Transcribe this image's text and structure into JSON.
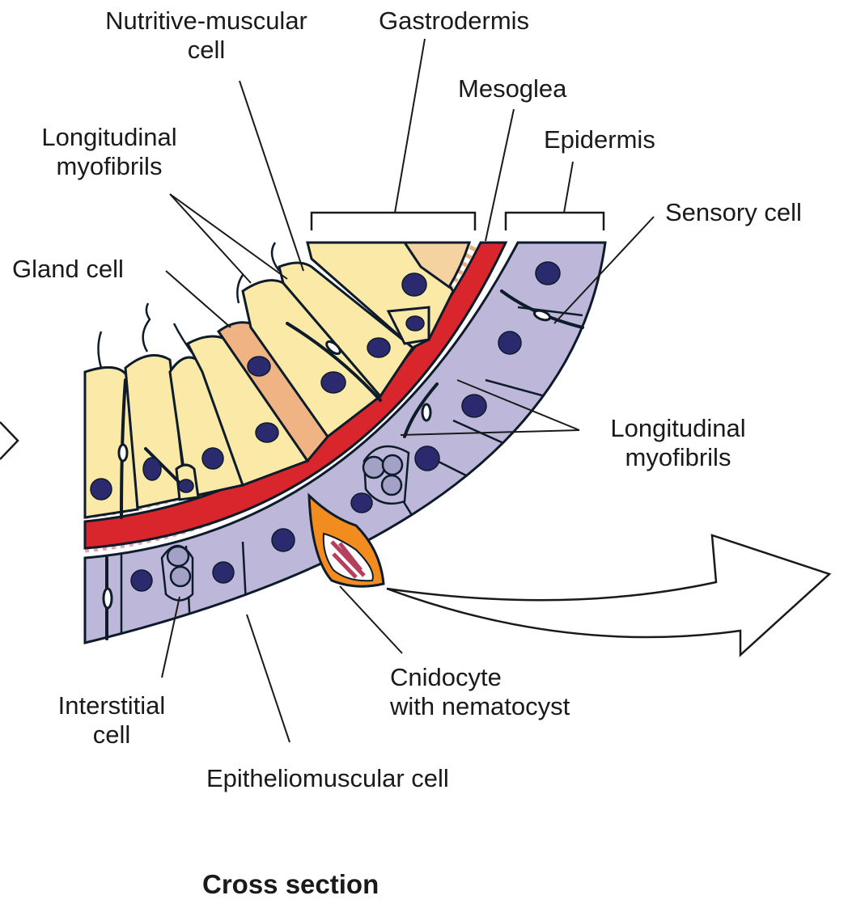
{
  "figure": {
    "labels": {
      "nutritive_muscular": [
        "Nutritive-muscular",
        "cell"
      ],
      "gastrodermis": "Gastrodermis",
      "mesoglea": "Mesoglea",
      "epidermis": "Epidermis",
      "longitudinal_upper": [
        "Longitudinal",
        "myofibrils"
      ],
      "sensory": "Sensory cell",
      "gland": "Gland cell",
      "longitudinal_right": [
        "Longitudinal",
        "myofibrils"
      ],
      "interstitial": [
        "Interstitial",
        "cell"
      ],
      "cnidocyte": [
        "Cnidocyte",
        "with nematocyst"
      ],
      "epitheliomuscular": "Epitheliomuscular cell"
    },
    "caption": "Cross section"
  },
  "colors": {
    "gastrodermis_cell": "#fbeaa7",
    "gland_cell": "#f0b383",
    "mesoglea": "#d8262c",
    "epidermis_cell": "#bdb8da",
    "nucleus": "#2b2a6e",
    "outline": "#0d1b2a",
    "cnidocyte": "#f28c1e",
    "nematocyst": "#b5405e",
    "line": "#1a1a1a"
  }
}
